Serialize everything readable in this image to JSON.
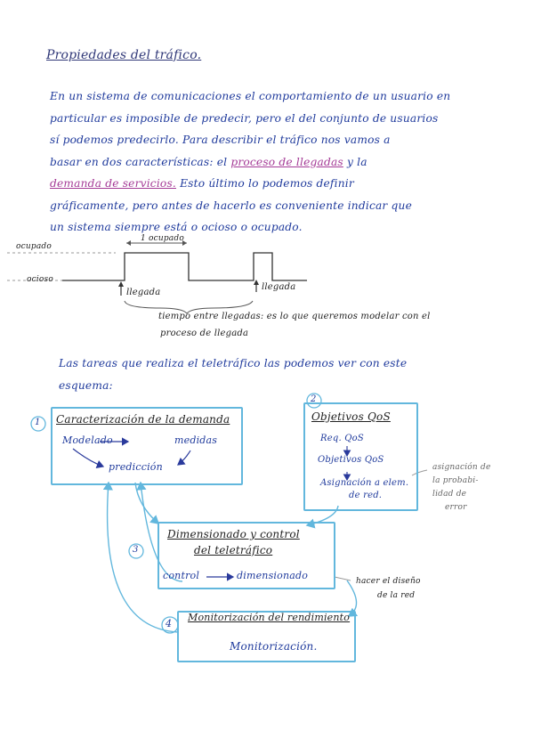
{
  "title": "Propiedades del tráfico.",
  "intro": {
    "line1": "En un sistema de comunicaciones el comportamiento de un usuario en",
    "line2": "particular es imposible de predecir, pero el del conjunto de usuarios",
    "line3": "sí podemos predecirlo. Para describir el tráfico nos vamos a",
    "line4a": "basar en dos características: el",
    "line4b": "proceso de llegadas",
    "line4c": "y la",
    "line5a": "demanda de servicios.",
    "line5b": "Esto último lo podemos definir",
    "line6": "gráficamente, pero antes de hacerlo es conveniente indicar que",
    "line7": "un sistema siempre está o ocioso o ocupado."
  },
  "signal": {
    "ocupado": "ocupado",
    "ocioso": "ocioso",
    "duracion": "1 ocupado",
    "llegada1": "llegada",
    "llegada2": "llegada",
    "caption1": "tiempo entre llegadas: es lo que queremos modelar con el",
    "caption2": "proceso de llegada"
  },
  "scheme": {
    "line1": "Las tareas que realiza el teletráfico las podemos ver con este",
    "line2": "esquema:"
  },
  "box1": {
    "num": "1",
    "title": "Caracterización de la demanda",
    "modelado": "Modelado",
    "medidas": "medidas",
    "prediccion": "predicción"
  },
  "box2": {
    "num": "2",
    "title": "Objetivos QoS",
    "req": "Req. QoS",
    "obj": "Objetivos QoS",
    "asig1": "Asignación a elem.",
    "asig2": "de red.",
    "note1": "asignación de",
    "note2": "la probabi-",
    "note3": "lidad de",
    "note4": "error"
  },
  "box3": {
    "num": "3",
    "title1": "Dimensionado y control",
    "title2": "del teletráfico",
    "control": "control",
    "dim": "dimensionado",
    "note1": "hacer el diseño",
    "note2": "de la red"
  },
  "box4": {
    "num": "4",
    "title": "Monitorización del rendimiento",
    "body": "Monitorización."
  }
}
